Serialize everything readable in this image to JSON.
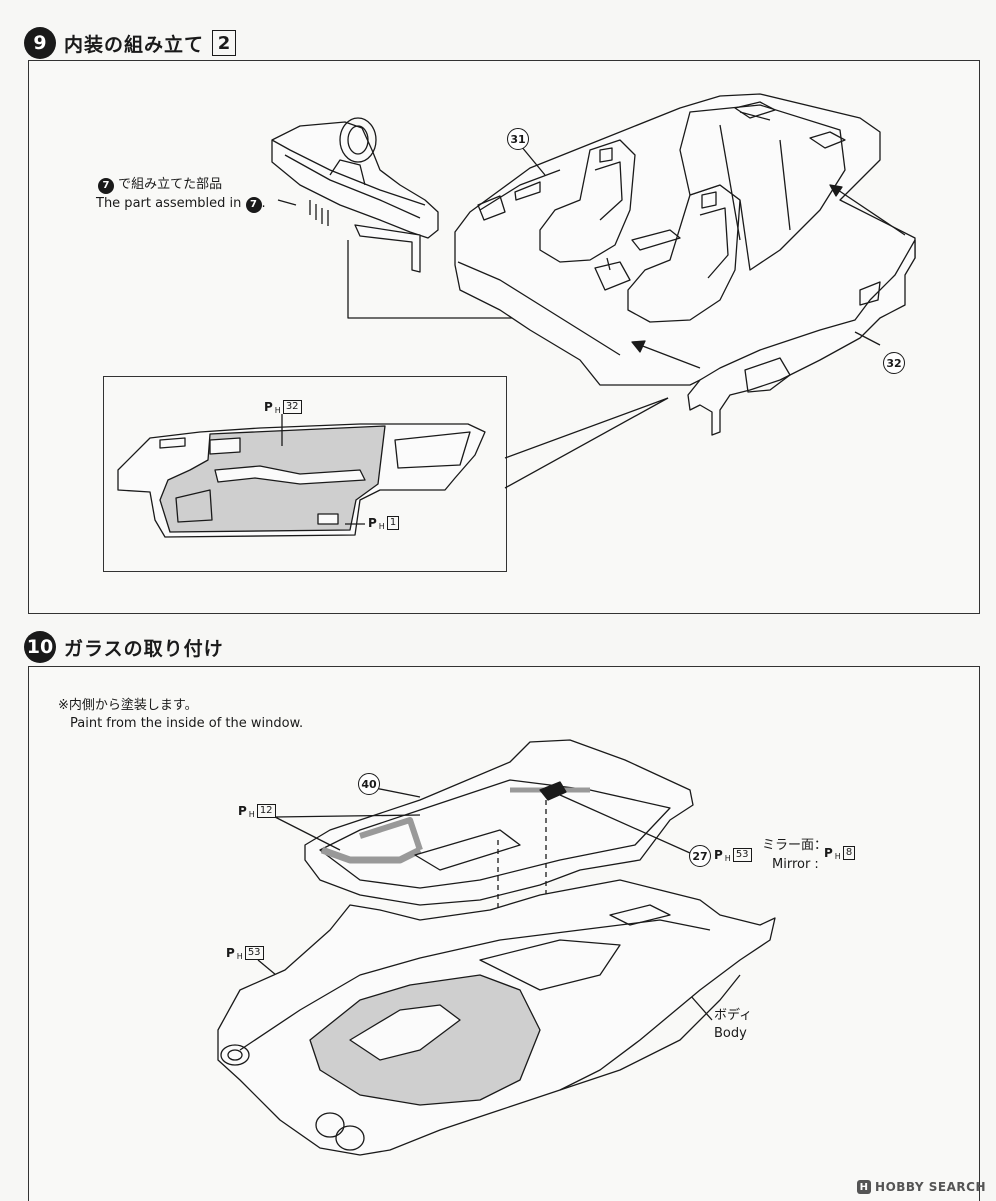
{
  "step9": {
    "number": "9",
    "title": "内装の組み立て",
    "sub_number": "2",
    "part_31": "31",
    "part_32": "32",
    "ref_note_jp": "で組み立てた部品",
    "ref_note_en": "The part assembled in",
    "ref_step": "7",
    "inset_paint_top": {
      "code": "32"
    },
    "inset_paint_bottom": {
      "code": "1"
    }
  },
  "step10": {
    "number": "10",
    "title": "ガラスの取り付け",
    "note_jp": "※内側から塗装します。",
    "note_en": "Paint from the inside of the window.",
    "part_40": "40",
    "part_27": "27",
    "paint_glass": {
      "code": "12"
    },
    "paint_mirror_part": {
      "code": "53"
    },
    "mirror_face_jp": "ミラー面：",
    "mirror_face_en": "Mirror :",
    "paint_mirror_face": {
      "code": "8"
    },
    "paint_body": {
      "code": "53"
    },
    "body_jp": "ボディ",
    "body_en": "Body"
  },
  "paint_prefix": "P",
  "paint_sub": "H",
  "watermark": {
    "logo": "H",
    "text": "HOBBY SEARCH"
  }
}
